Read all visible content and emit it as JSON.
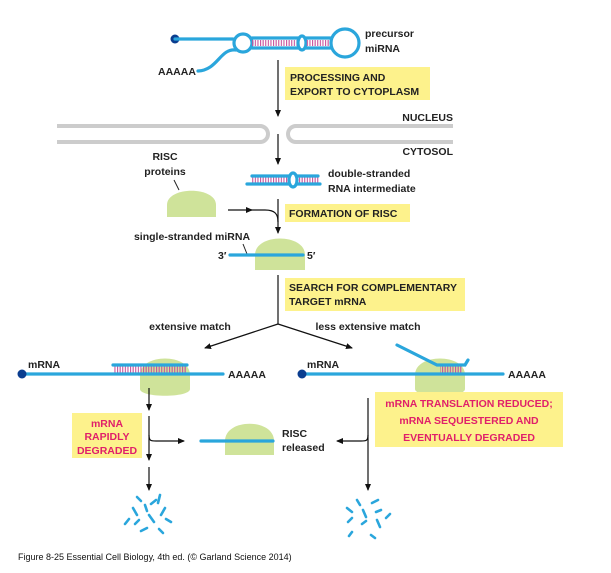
{
  "precursor": {
    "label_line1": "precursor",
    "label_line2": "miRNA",
    "tail": "AAAAA"
  },
  "step_processing": {
    "line1": "PROCESSING AND",
    "line2": "EXPORT TO CYTOPLASM"
  },
  "compartments": {
    "nucleus": "NUCLEUS",
    "cytosol": "CYTOSOL"
  },
  "ds_intermediate": {
    "line1": "double-stranded",
    "line2": "RNA intermediate"
  },
  "risc_proteins": {
    "line1": "RISC",
    "line2": "proteins"
  },
  "step_formation": {
    "label": "FORMATION OF RISC"
  },
  "single_strand": {
    "label": "single-stranded miRNA",
    "end3": "3′",
    "end5": "5′"
  },
  "step_search": {
    "line1": "SEARCH FOR COMPLEMENTARY",
    "line2": "TARGET mRNA"
  },
  "branches": {
    "left": "extensive match",
    "right": "less extensive match"
  },
  "mrna": {
    "label": "mRNA",
    "tail": "AAAAA"
  },
  "outcome_left": {
    "line1": "mRNA",
    "line2": "RAPIDLY",
    "line3": "DEGRADED"
  },
  "outcome_right": {
    "line1": "mRNA TRANSLATION REDUCED;",
    "line2": "mRNA SEQUESTERED AND",
    "line3": "EVENTUALLY DEGRADED"
  },
  "risc_released": {
    "line1": "RISC",
    "line2": "released"
  },
  "caption": "Figure 8-25  Essential Cell Biology, 4th ed. (© Garland Science 2014)",
  "colors": {
    "rna": "#2aa6dc",
    "risc": "#cfe39a",
    "highlight": "#fdf28c",
    "alert_text": "#e0206a",
    "cap_dot": "#0a3d8f"
  }
}
